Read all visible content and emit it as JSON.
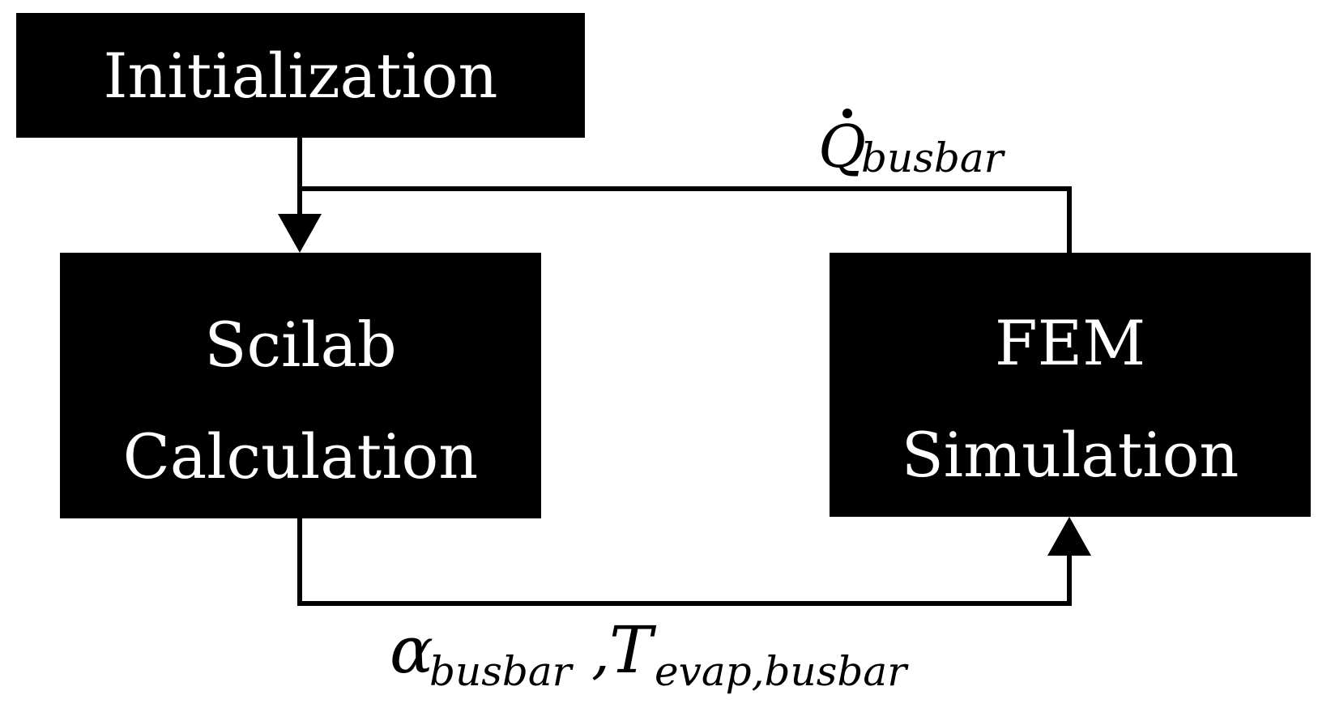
{
  "nodes": {
    "initialization": {
      "label": "Initialization"
    },
    "scilab": {
      "line1": "Scilab",
      "line2": "Calculation"
    },
    "fem": {
      "line1": "FEM",
      "line2": "Simulation"
    }
  },
  "edges": {
    "feedback_top": {
      "symbol": "Q",
      "subscript": "busbar"
    },
    "feed_bottom": {
      "alpha_symbol": "α",
      "alpha_subscript": "busbar",
      "separator": ",",
      "temp_symbol": "T",
      "temp_subscript": "evap,busbar"
    }
  },
  "colors": {
    "box_fill": "#000000",
    "box_text": "#ffffff",
    "line": "#000000",
    "background": "#ffffff"
  }
}
